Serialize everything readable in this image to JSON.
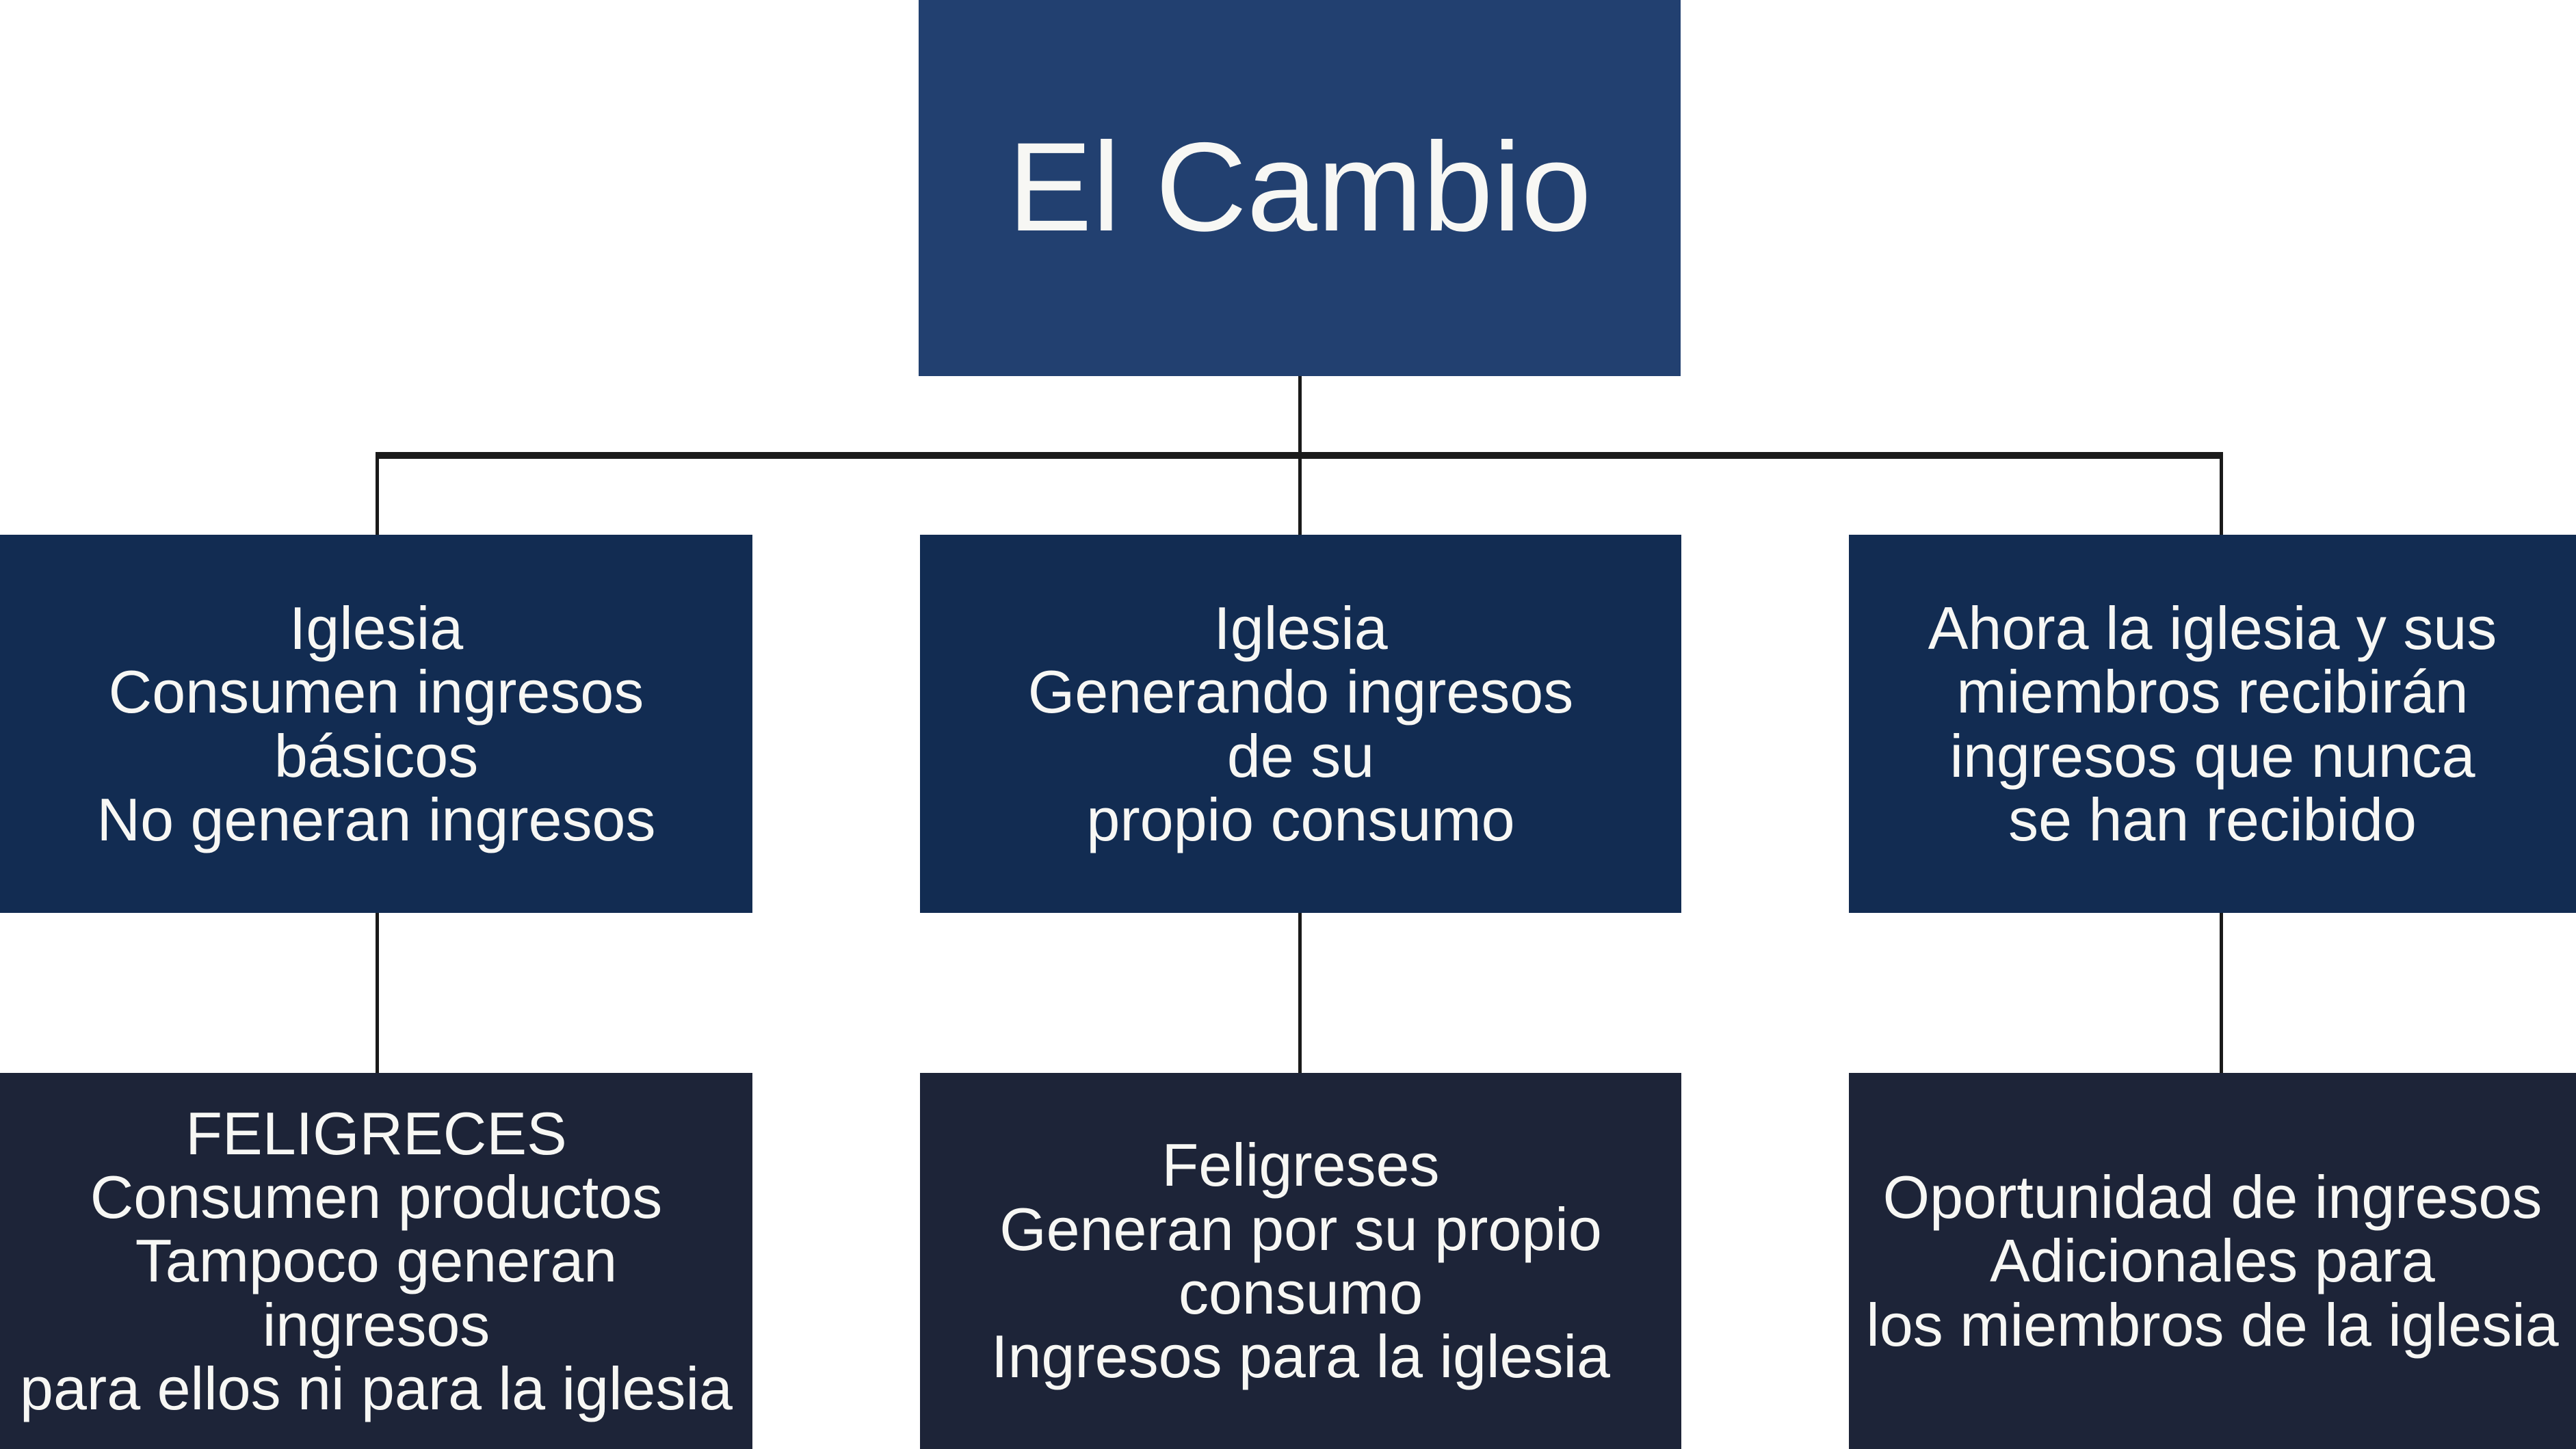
{
  "colors": {
    "root": "#224070",
    "level1": "#122C52",
    "level2": "#1D2438",
    "connector": "#1A1A1A",
    "text": "#F7F7F4",
    "background": "#FFFFFF"
  },
  "root": {
    "title": "El Cambio"
  },
  "columns": [
    {
      "middle": {
        "lines": [
          "Iglesia",
          "Consumen ingresos",
          "básicos",
          "No generan ingresos"
        ]
      },
      "bottom": {
        "lines": [
          "FELIGRECES",
          "Consumen productos",
          "Tampoco generan",
          "ingresos",
          "para ellos ni para la iglesia"
        ]
      }
    },
    {
      "middle": {
        "lines": [
          "Iglesia",
          "Generando ingresos",
          "de su",
          "propio consumo"
        ]
      },
      "bottom": {
        "lines": [
          "Feligreses",
          "Generan por su propio",
          "consumo",
          "Ingresos para la iglesia"
        ]
      }
    },
    {
      "middle": {
        "lines": [
          "Ahora la iglesia y sus",
          "miembros recibirán",
          "ingresos que nunca",
          "se han recibido"
        ]
      },
      "bottom": {
        "lines": [
          "Oportunidad de ingresos",
          "Adicionales para",
          "los miembros de la iglesia"
        ]
      }
    }
  ]
}
